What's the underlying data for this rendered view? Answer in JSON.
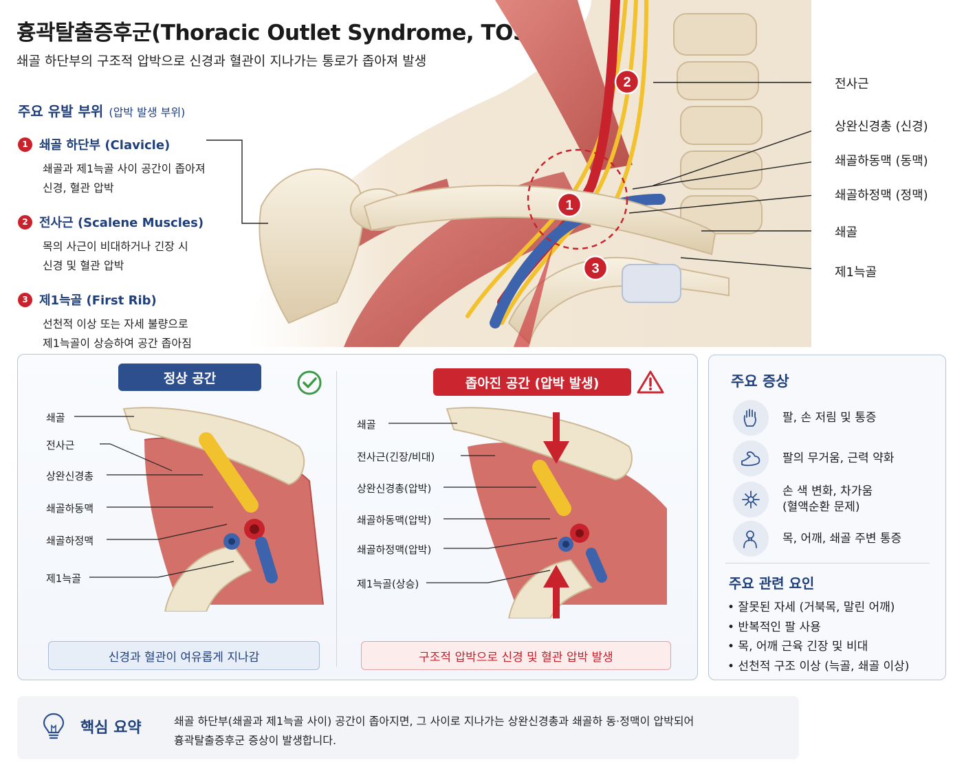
{
  "title": "흉곽탈출증후군(Thoracic Outlet Syndrome, TOS)",
  "subtitle": "쇄골 하단부의 구조적 압박으로 신경과 혈관이 지나가는 통로가 좁아져 발생",
  "sites": {
    "heading": "주요 유발 부위",
    "heading_note": "(압박 발생 부위)",
    "items": [
      {
        "num": "1",
        "title": "쇄골 하단부 (Clavicle)",
        "desc1": "쇄골과 제1늑골 사이 공간이 좁아져",
        "desc2": "신경, 혈관 압박"
      },
      {
        "num": "2",
        "title": "전사근 (Scalene Muscles)",
        "desc1": "목의 사근이 비대하거나 긴장 시",
        "desc2": "신경 및 혈관 압박"
      },
      {
        "num": "3",
        "title": "제1늑골 (First Rib)",
        "desc1": "선천적 이상 또는 자세 불량으로",
        "desc2": "제1늑골이 상승하여 공간 좁아짐"
      }
    ]
  },
  "anatomy_labels": [
    "전사근",
    "상완신경총 (신경)",
    "쇄골하동맥 (동맥)",
    "쇄골하정맥 (정맥)",
    "쇄골",
    "제1늑골"
  ],
  "hero_markers": [
    "1",
    "2",
    "3"
  ],
  "comparison": {
    "normal": {
      "title": "정상 공간",
      "labels": [
        "쇄골",
        "전사근",
        "상완신경총",
        "쇄골하동맥",
        "쇄골하정맥",
        "제1늑골"
      ],
      "caption": "신경과 혈관이 여유롭게 지나감"
    },
    "narrow": {
      "title": "좁아진 공간 (압박 발생)",
      "labels": [
        "쇄골",
        "전사근(긴장/비대)",
        "상완신경총(압박)",
        "쇄골하동맥(압박)",
        "쇄골하정맥(압박)",
        "제1늑골(상승)"
      ],
      "caption": "구조적 압박으로 신경 및 혈관 압박 발생"
    }
  },
  "symptoms": {
    "heading": "주요 증상",
    "items": [
      {
        "icon": "hand-icon",
        "text1": "팔, 손 저림 및 통증",
        "text2": ""
      },
      {
        "icon": "arm-muscle-icon",
        "text1": "팔의 무거움, 근력 약화",
        "text2": ""
      },
      {
        "icon": "circulation-icon",
        "text1": "손 색 변화, 차가움",
        "text2": "(혈액순환 문제)"
      },
      {
        "icon": "neck-pain-icon",
        "text1": "목, 어깨, 쇄골 주변 통증",
        "text2": ""
      }
    ]
  },
  "factors": {
    "heading": "주요 관련 요인",
    "items": [
      "• 잘못된 자세 (거북목, 말린 어깨)",
      "• 반복적인 팔 사용",
      "• 목, 어깨 근육 긴장 및 비대",
      "• 선천적 구조 이상 (늑골, 쇄골 이상)"
    ]
  },
  "summary": {
    "label": "핵심 요약",
    "line1": "쇄골 하단부(쇄골과 제1늑골 사이) 공간이 좁아지면, 그 사이로 지나가는 상완신경총과 쇄골하 동·정맥이 압박되어",
    "line2": "흉곽탈출증후군 증상이 발생합니다."
  },
  "colors": {
    "navy": "#1f3f7a",
    "red": "#c8232c",
    "nerve": "#f2c12e",
    "artery": "#c8232c",
    "vein": "#3d63ad",
    "bone": "#efe4cc",
    "muscle": "#d06a63"
  }
}
